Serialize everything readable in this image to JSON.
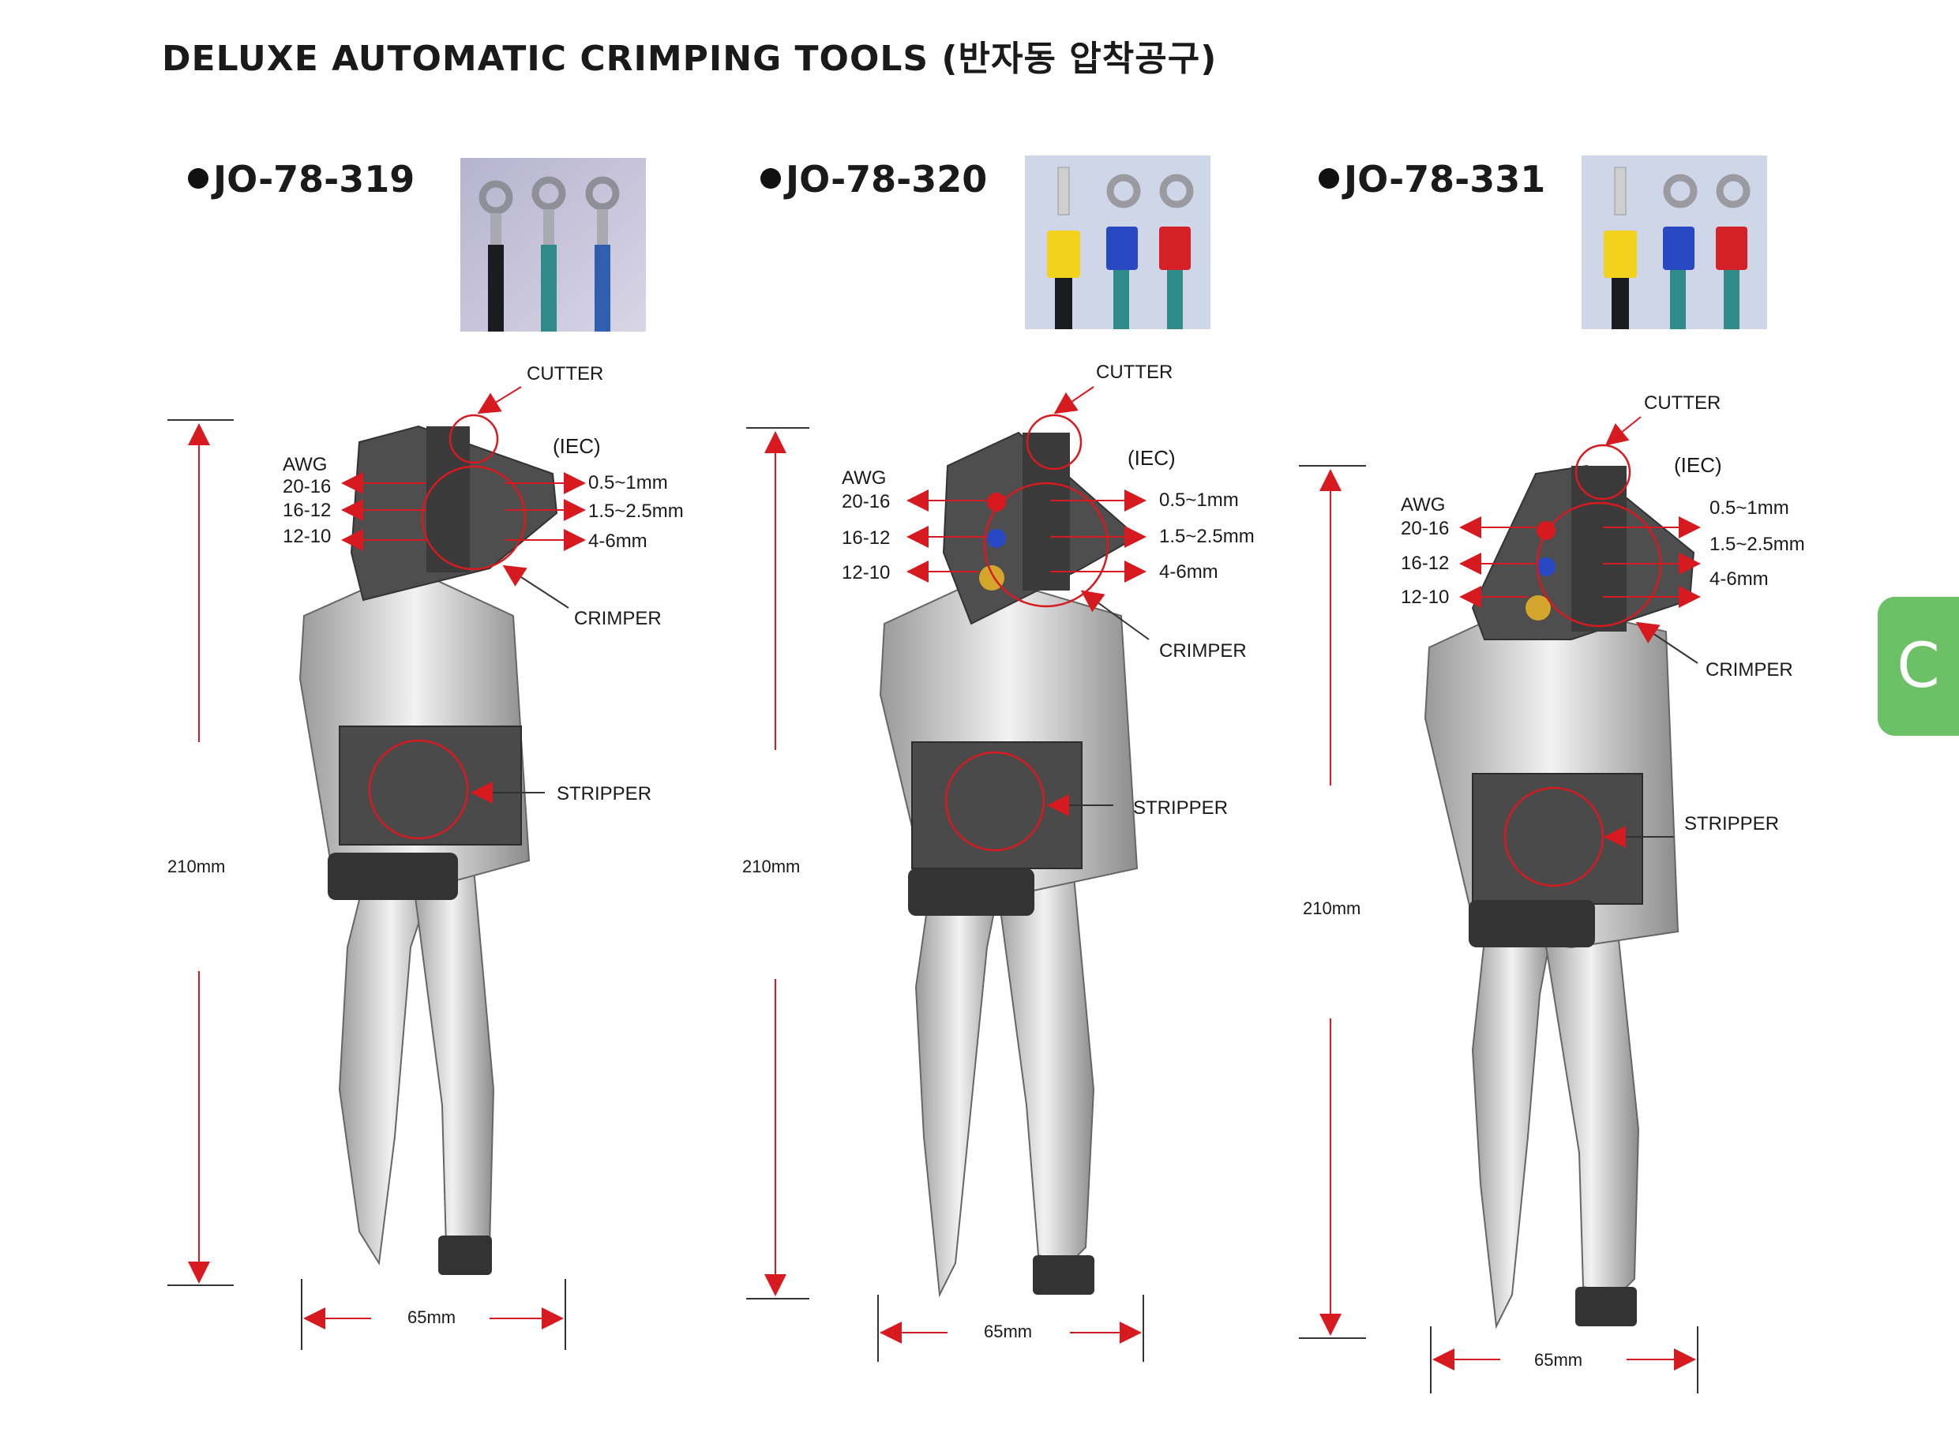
{
  "title": "DELUXE AUTOMATIC CRIMPING TOOLS (반자동 압착공구)",
  "section_tab": "C",
  "colors": {
    "arrow": "#d71920",
    "tab": "#6cc065",
    "tool_body": "#4a4a4a",
    "chrome": "#d8d8d8"
  },
  "products": [
    {
      "model": "JO-78-319",
      "photo_terminal_style": "bare ring terminals",
      "labels": {
        "cutter": "CUTTER",
        "iec": "(IEC)",
        "crimper": "CRIMPER",
        "stripper": "STRIPPER",
        "awg_title": "AWG",
        "awg": [
          "20-16",
          "16-12",
          "12-10"
        ],
        "mm": [
          "0.5~1mm",
          "1.5~2.5mm",
          "4-6mm"
        ],
        "height": "210mm",
        "width": "65mm"
      }
    },
    {
      "model": "JO-78-320",
      "photo_terminal_style": "insulated terminals yellow blue red",
      "labels": {
        "cutter": "CUTTER",
        "iec": "(IEC)",
        "crimper": "CRIMPER",
        "stripper": "STRIPPER",
        "awg_title": "AWG",
        "awg": [
          "20-16",
          "16-12",
          "12-10"
        ],
        "mm": [
          "0.5~1mm",
          "1.5~2.5mm",
          "4-6mm"
        ],
        "height": "210mm",
        "width": "65mm"
      }
    },
    {
      "model": "JO-78-331",
      "photo_terminal_style": "insulated terminals yellow blue red",
      "labels": {
        "cutter": "CUTTER",
        "iec": "(IEC)",
        "crimper": "CRIMPER",
        "stripper": "STRIPPER",
        "awg_title": "AWG",
        "awg": [
          "20-16",
          "16-12",
          "12-10"
        ],
        "mm": [
          "0.5~1mm",
          "1.5~2.5mm",
          "4-6mm"
        ],
        "height": "210mm",
        "width": "65mm"
      }
    }
  ]
}
